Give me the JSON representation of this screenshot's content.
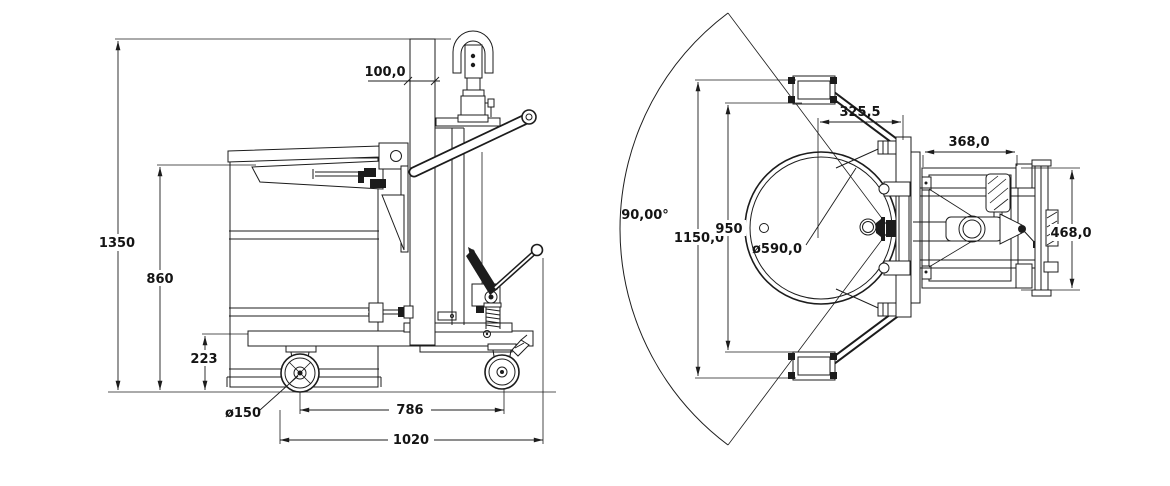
{
  "colors": {
    "ink": "#1c1c1c",
    "paper": "#ffffff"
  },
  "side_view": {
    "dims": {
      "mast_depth": "100,0",
      "overall_height": "1350",
      "drum_height": "860",
      "chassis_height": "223",
      "caster_diameter": "ø150",
      "wheelbase": "786",
      "overall_length": "1020"
    }
  },
  "top_view": {
    "dims": {
      "swing_angle": "90,00°",
      "arm_span": "1150,0",
      "wheel_track": "950",
      "drum_diameter": "ø590,0",
      "clamp_offset": "325,5",
      "chassis_length": "368,0",
      "chassis_width": "468,0"
    }
  }
}
